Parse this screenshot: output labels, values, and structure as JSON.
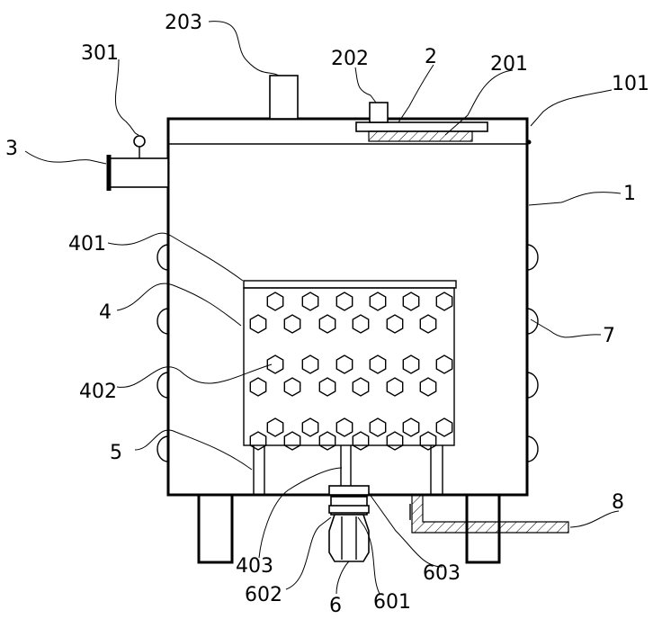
{
  "labels": {
    "l1": "1",
    "l101": "101",
    "l2": "2",
    "l201": "201",
    "l202": "202",
    "l203": "203",
    "l3": "3",
    "l301": "301",
    "l4": "4",
    "l401": "401",
    "l402": "402",
    "l403": "403",
    "l5": "5",
    "l6": "6",
    "l601": "601",
    "l602": "602",
    "l603": "603",
    "l7": "7",
    "l8": "8"
  }
}
